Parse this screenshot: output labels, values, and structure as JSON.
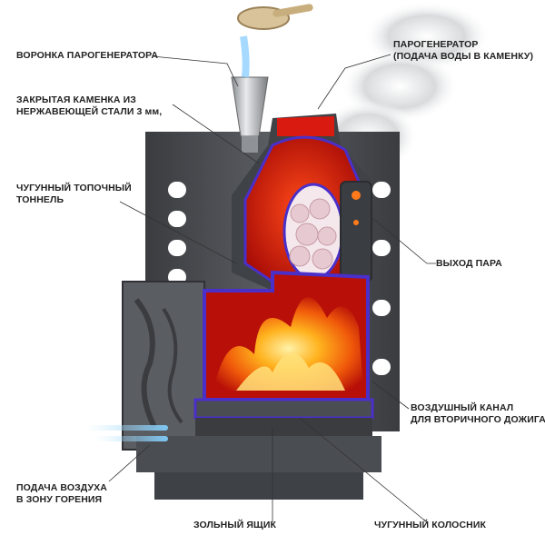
{
  "labels": {
    "funnel": [
      "ВОРОНКА ПАРОГЕНЕРАТОРА"
    ],
    "closed_heater": [
      "ЗАКРЫТАЯ КАМЕНКА ИЗ",
      "НЕРЖАВЕЮЩЕЙ СТАЛИ 3 мм,"
    ],
    "firebox_tunnel": [
      "ЧУГУННЫЙ ТОПОЧНЫЙ",
      "ТОННЕЛЬ"
    ],
    "steam_generator": [
      "ПАРОГЕНЕРАТОР",
      "(ПОДАЧА ВОДЫ В КАМЕНКУ)"
    ],
    "steam_outlet": [
      "ВЫХОД ПАРА"
    ],
    "air_channel": [
      "ВОЗДУШНЫЙ КАНАЛ",
      "ДЛЯ ВТОРИЧНОГО ДОЖИГА"
    ],
    "air_supply": [
      "ПОДАЧА ВОЗДУХА",
      "В ЗОНУ ГОРЕНИЯ"
    ],
    "ash_box": [
      "ЗОЛЬНЫЙ ЯЩИК"
    ],
    "grate": [
      "ЧУГУННЫЙ КОЛОСНИК"
    ]
  },
  "colors": {
    "iron": "#4a4d52",
    "iron_light": "#6b6e73",
    "channel": "#4b2fc9",
    "fire_red": "#c8140c",
    "flame": "#ff9a1a",
    "leader": "#333333"
  }
}
